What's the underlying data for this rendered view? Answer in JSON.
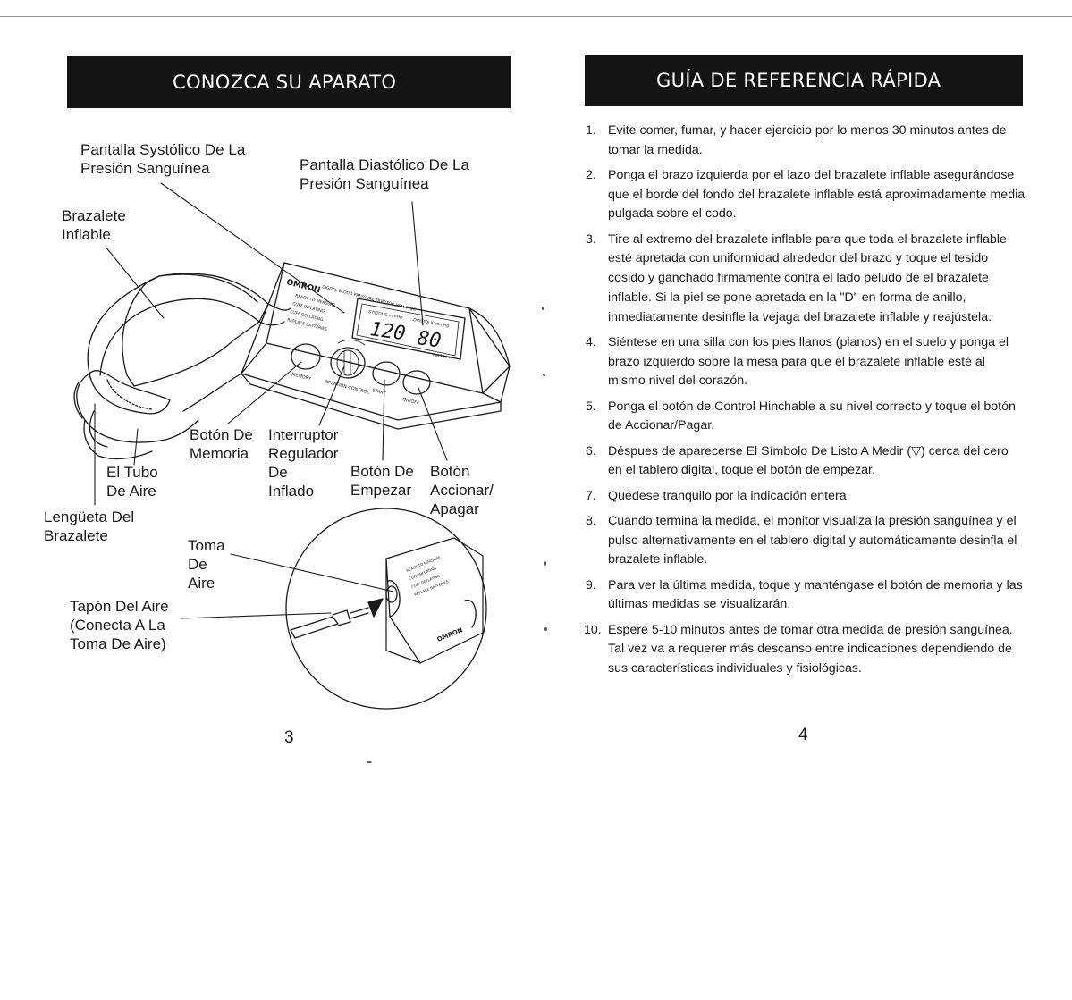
{
  "left_page": {
    "title": "CONOZCA SU APARATO",
    "labels": {
      "systolic": [
        "Pantalla Systólico De La",
        "Presión Sanguínea"
      ],
      "diastolic": [
        "Pantalla Diastólico De La",
        "Presión Sanguínea"
      ],
      "cuff": [
        "Brazalete",
        "Inflable"
      ],
      "memory": [
        "Botón De",
        "Memoria"
      ],
      "inflation_switch": [
        "Interruptor",
        "Regulador",
        "De",
        "Inflado"
      ],
      "start": [
        "Botón De",
        "Empezar"
      ],
      "onoff": [
        "Botón",
        "Accionar/",
        "Apagar"
      ],
      "tube": [
        "El Tubo",
        "De Aire"
      ],
      "tab": [
        "Lengüeta Del",
        "Brazalete"
      ],
      "jack": [
        "Toma",
        "De",
        "Aire"
      ],
      "plug": [
        "Tapón Del Aire",
        "(Conecta A La",
        "Toma De Aire)"
      ]
    },
    "device": {
      "brand": "OMRON",
      "model": "DIGITAL BLOOD PRESSURE MONITOR HEM-712C",
      "indicators": [
        "READY TO MEASURE",
        "CUFF INFLATING",
        "CUFF DEFLATING",
        "REPLACE BATTERIES"
      ],
      "systolic_value": "120",
      "diastolic_value": "80",
      "systolic_caption": "SYSTOLIC mmHg",
      "diastolic_caption": "DIASTOLIC mmHg",
      "pulse_caption": "PULSE/min",
      "button_labels": [
        "MEMORY",
        "INFLATION CONTROL",
        "START",
        "ON/OFF"
      ]
    },
    "page_number": "3"
  },
  "right_page": {
    "title": "GUÍA DE REFERENCIA RÁPIDA",
    "steps": [
      {
        "n": "1.",
        "text": "Evite comer, fumar, y hacer ejercicio por lo menos 30 minutos antes de tomar la medida."
      },
      {
        "n": "2.",
        "text": "Ponga el brazo izquierda por el lazo del brazalete inflable asegurándose que el borde del fondo del brazalete inflable está aproximadamente media pulgada sobre el codo."
      },
      {
        "n": "3.",
        "text": "Tire al extremo del brazalete inflable para que toda el brazalete inflable esté apretada con uniformidad alrededor del brazo y toque el tesido cosido y ganchado firmamente contra el lado peludo de el brazalete inflable. Si la piel se pone apretada en la \"D\" en forma de anillo, inmediatamente desinfle la vejaga del brazalete inflable y reajústela."
      },
      {
        "n": "4.",
        "text": "Siéntese en una silla con los pies llanos (planos) en el suelo y ponga el brazo izquierdo sobre la mesa para que el brazalete inflable esté al mismo nivel del corazón."
      },
      {
        "n": "5.",
        "text": "Ponga el botón de Control Hinchable a su nivel correcto y toque el botón de Accionar/Pagar."
      },
      {
        "n": "6.",
        "text": "Déspues de aparecerse El Símbolo De Listo A Medir (▽) cerca del cero en el tablero digital, toque el botón de empezar."
      },
      {
        "n": "7.",
        "text": "Quédese tranquilo por la indicación entera."
      },
      {
        "n": "8.",
        "text": "Cuando termina la medida, el monitor visualiza la presión sanguínea y el pulso alternativamente en el tablero digital y automáticamente desinfla el brazalete inflable."
      },
      {
        "n": "9.",
        "text": "Para ver la última medida, toque y manténgase el botón de memoria y las últimas medidas se visualizarán."
      },
      {
        "n": "10.",
        "text": "Espere 5-10 minutos antes de tomar otra medida de presión sanguínea. Tal vez va a requerer más descanso entre indicaciones dependiendo de sus características individuales y fisiológicas."
      }
    ],
    "page_number": "4"
  }
}
